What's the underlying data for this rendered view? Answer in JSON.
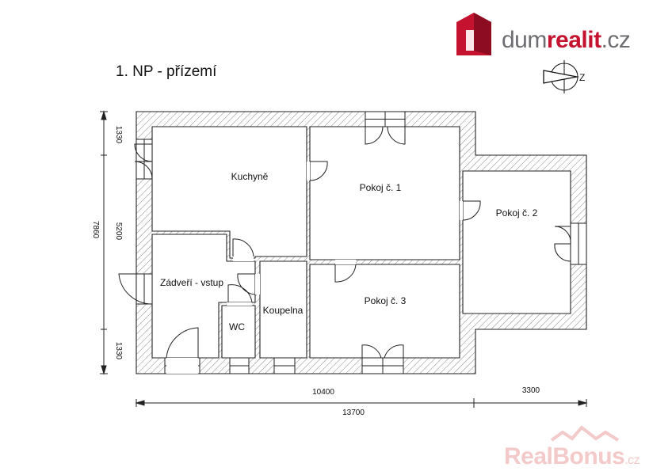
{
  "branding": {
    "logo_part1": "dum",
    "logo_part2": "realit",
    "logo_part3": ".cz",
    "logo_red": "#c4122f",
    "logo_gray": "#6d6e71"
  },
  "floor_title": "1. NP - přízemí",
  "compass": {
    "label": "Z"
  },
  "rooms": {
    "kitchen": "Kuchyně",
    "room1": "Pokoj č. 1",
    "room2": "Pokoj č. 2",
    "room3": "Pokoj č. 3",
    "entry": "Zádveří - vstup",
    "wc": "WC",
    "bath": "Koupelna"
  },
  "dimensions": {
    "left_top": "1330",
    "left_mid": "5200",
    "left_bottom": "1330",
    "left_total": "7860",
    "bottom_main": "10400",
    "bottom_ext": "3300",
    "bottom_total": "13700"
  },
  "watermark": {
    "text_part1": "Real",
    "text_part2": "Bonus",
    "text_part3": ".cz",
    "color": "#f3c9c9"
  }
}
